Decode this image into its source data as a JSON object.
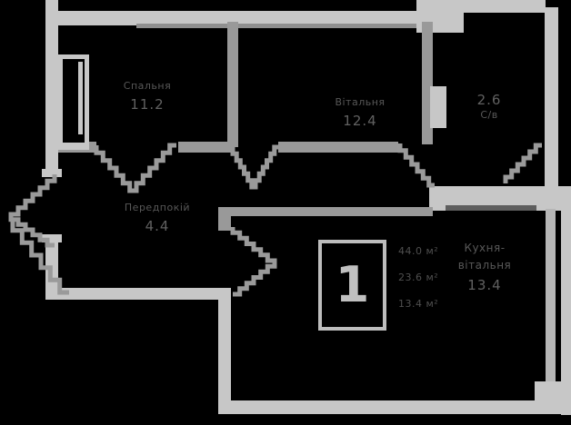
{
  "colors": {
    "background": "#000000",
    "wall_light": "#c7c7c7",
    "wall_mid": "#999999",
    "label_text": "#585858",
    "badge": "#bdbdbd"
  },
  "rooms": {
    "bedroom": {
      "name": "Спальня",
      "area": "11.2"
    },
    "living": {
      "name": "Вітальня",
      "area": "12.4"
    },
    "bathroom": {
      "name": "С/в",
      "area": "2.6"
    },
    "hallway": {
      "name": "Передпокій",
      "area": "4.4"
    },
    "kitchen": {
      "name_line1": "Кухня-",
      "name_line2": "вітальня",
      "area": "13.4"
    }
  },
  "badge": {
    "rooms_count": "1",
    "area_lines": [
      "44.0 м²",
      "23.6 м²",
      "13.4 м²"
    ]
  }
}
